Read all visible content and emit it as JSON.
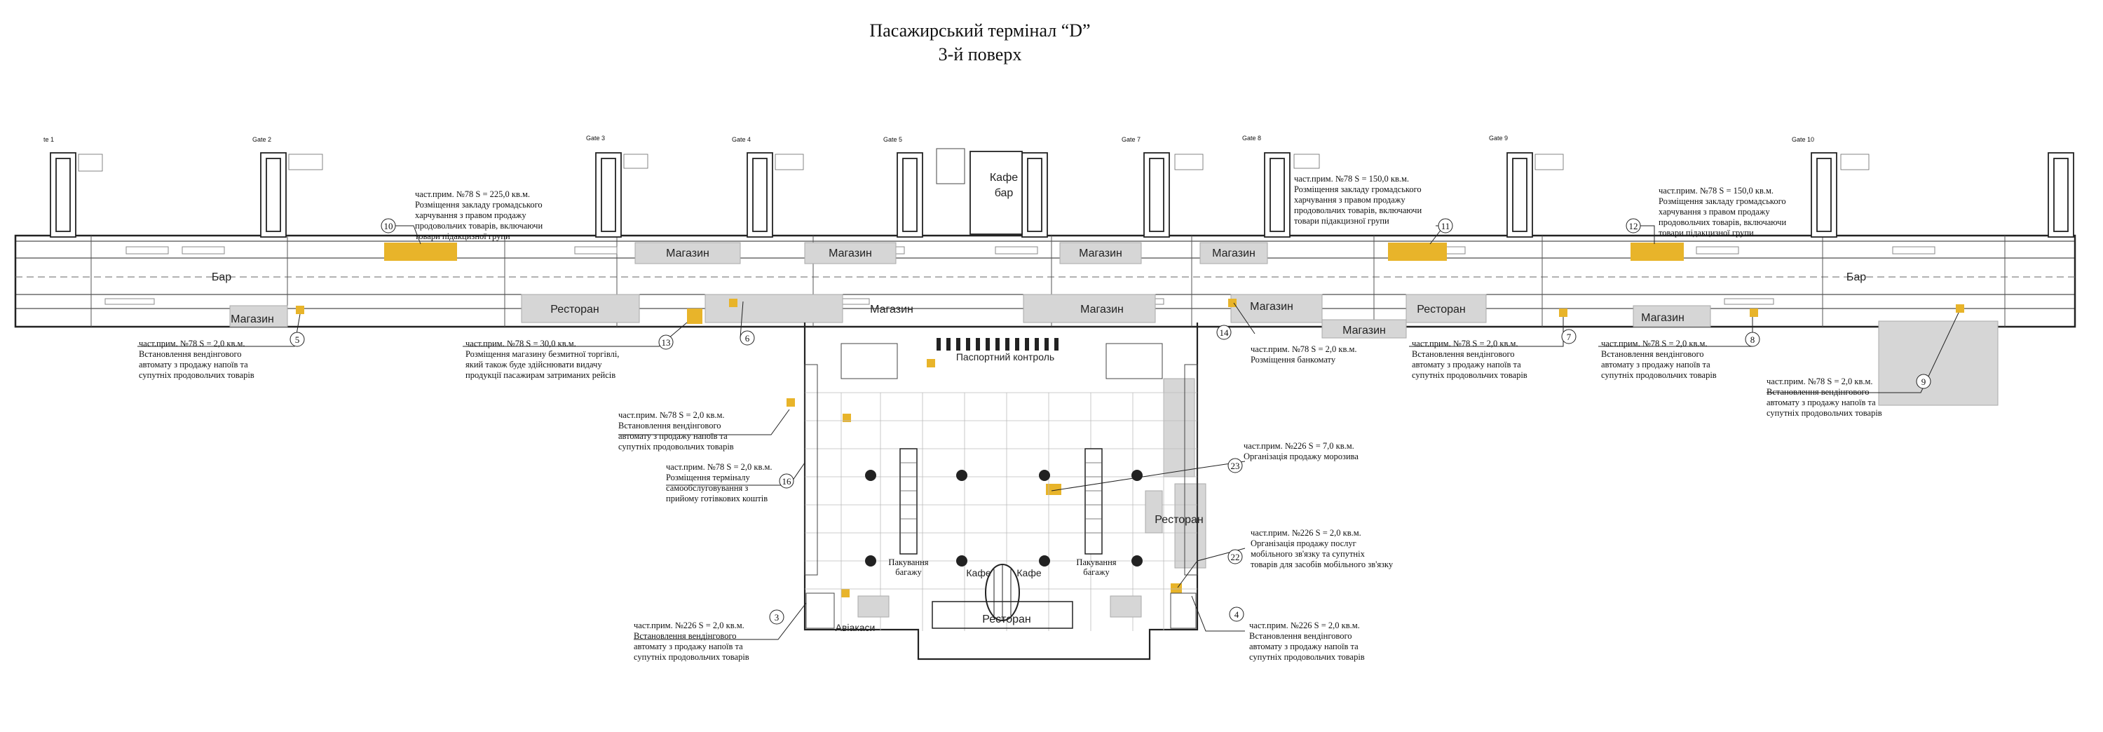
{
  "title": {
    "line1": "Пасажирський термінал “D”",
    "line2": "3-й поверх"
  },
  "gates": [
    "te 1",
    "Gate 2",
    "Gate 3",
    "Gate 4",
    "Gate 5",
    "Gate 7",
    "Gate 8",
    "Gate 9",
    "Gate 10"
  ],
  "zones": {
    "magazin": "Магазин",
    "restoran": "Ресторан",
    "bar": "Бар",
    "kafe": "Кафе",
    "kafe_bar": "Кафе бар",
    "pasport": "Паспортний контроль",
    "pakuvannia": "Пакування багажу",
    "aviakasy": "Авіакаси"
  },
  "markers": [
    "10",
    "11",
    "12",
    "5",
    "13",
    "6",
    "14",
    "7",
    "8",
    "9",
    "16",
    "23",
    "22",
    "3",
    "4"
  ],
  "annotations": {
    "a10": [
      "част.прим. №78   S = 225,0 кв.м.",
      "Розміщення закладу громадського",
      "харчування з правом продажу",
      "продовольчих товарів, включаючи",
      "товари підакцизної групи"
    ],
    "a11": [
      "част.прим. №78   S = 150,0 кв.м.",
      "Розміщення закладу громадського",
      "харчування з правом продажу",
      "продовольчих товарів, включаючи",
      "товари підакцизної групи"
    ],
    "a12": [
      "част.прим. №78   S = 150,0 кв.м.",
      "Розміщення закладу громадського",
      "харчування з правом продажу",
      "продовольчих товарів, включаючи",
      "товари підакцизної групи"
    ],
    "a5": [
      "част.прим. №78   S = 2,0 кв.м.",
      "Встановлення вендінгового",
      "автомату з продажу напоїв та",
      "супутніх продовольчих товарів"
    ],
    "a13": [
      "част.прим. №78   S = 30,0 кв.м.",
      "Розміщення магазину безмитної торгівлі,",
      "який також буде здійснювати видачу",
      "продукції пасажирам затриманих рейсів"
    ],
    "a6": [
      "част.прим. №78   S = 2,0 кв.м.",
      "Встановлення вендінгового",
      "автомату з продажу напоїв та",
      "супутніх продовольчих товарів"
    ],
    "a14": [
      "част.прим. №78   S = 2,0 кв.м.",
      "Розміщення банкомату"
    ],
    "a7": [
      "част.прим. №78   S = 2,0 кв.м.",
      "Встановлення вендінгового",
      "автомату з продажу напоїв та",
      "супутніх продовольчих товарів"
    ],
    "a8": [
      "част.прим. №78   S = 2,0 кв.м.",
      "Встановлення вендінгового",
      "автомату з продажу напоїв та",
      "супутніх продовольчих товарів"
    ],
    "a9": [
      "част.прим. №78   S = 2,0 кв.м.",
      "Встановлення вендінгового",
      "автомату з продажу напоїв та",
      "супутніх продовольчих товарів"
    ],
    "a16": [
      "част.прим. №78   S = 2,0 кв.м.",
      "Розміщення терміналу",
      "самообслуговування з",
      "прийому готівкових коштів"
    ],
    "a23": [
      "част.прим. №226   S = 7,0 кв.м.",
      "Організація продажу морозива"
    ],
    "a22": [
      "част.прим. №226   S = 2,0 кв.м.",
      "Організація продажу послуг",
      "мобільного зв'язку та супутніх",
      "товарів для засобів мобільного зв'язку"
    ],
    "a3": [
      "част.прим. №226   S = 2,0 кв.м.",
      "Встановлення вендінгового",
      "автомату з продажу напоїв та",
      "супутніх продовольчих товарів"
    ],
    "a4": [
      "част.прим. №226   S = 2,0 кв.м.",
      "Встановлення вендінгового",
      "автомату з продажу напоїв та",
      "супутніх продовольчих товарів"
    ]
  }
}
